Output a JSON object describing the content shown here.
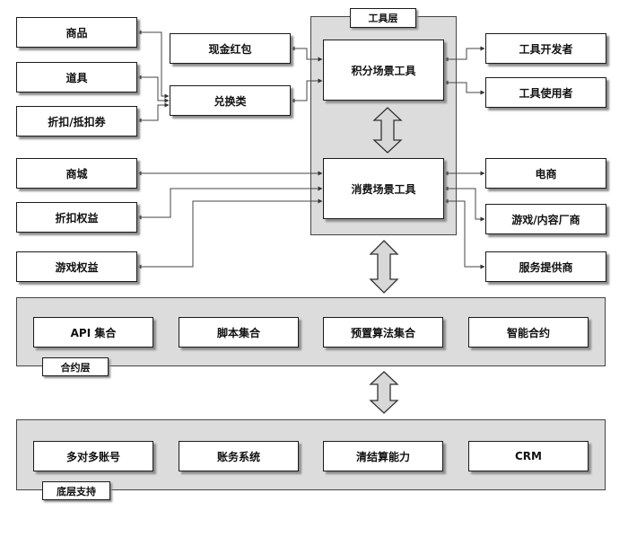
{
  "tool_layer": {
    "label": "工具层",
    "points_tool": "积分场景工具",
    "consumption_tool": "消费场景工具"
  },
  "left_items": {
    "goods": "商品",
    "props": "道具",
    "coupons": "折扣/抵扣券",
    "mall": "商城",
    "discount_rights": "折扣权益",
    "game_rights": "游戏权益"
  },
  "middle_items": {
    "cash_red_packet": "现金红包",
    "exchange": "兑换类"
  },
  "right_items": {
    "tool_developer": "工具开发者",
    "tool_user": "工具使用者",
    "ecommerce": "电商",
    "game_content_vendor": "游戏/内容厂商",
    "service_provider": "服务提供商"
  },
  "contract_layer": {
    "label": "合约层",
    "items": [
      "API 集合",
      "脚本集合",
      "预置算法集合",
      "智能合约"
    ]
  },
  "base_layer": {
    "label": "底层支持",
    "items": [
      "多对多账号",
      "账务系统",
      "清结算能力",
      "CRM"
    ]
  }
}
